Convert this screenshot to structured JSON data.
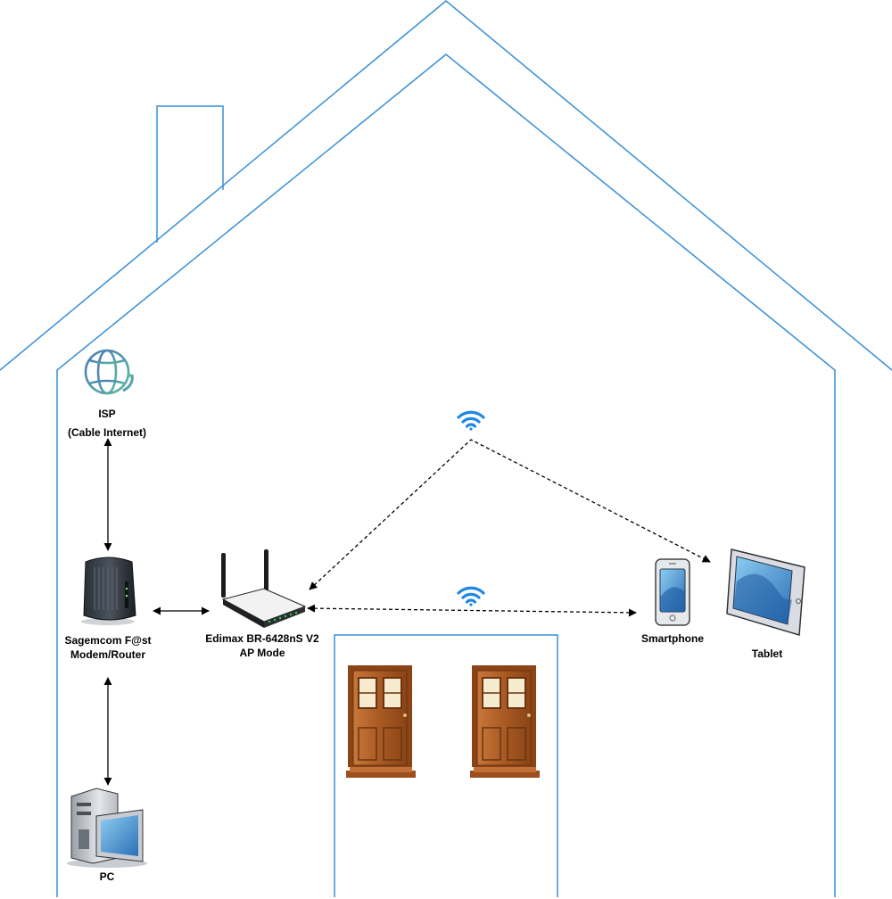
{
  "nodes": {
    "isp": {
      "label": "ISP",
      "sublabel": "(Cable Internet)",
      "icon": "globe-icon"
    },
    "modem": {
      "label_line1": "Sagemcom F@st",
      "label_line2": "Modem/Router",
      "icon": "modem-icon"
    },
    "router": {
      "label_line1": "Edimax BR-6428nS V2",
      "label_line2": "AP Mode",
      "icon": "wireless-router-icon"
    },
    "smartphone": {
      "label": "Smartphone",
      "icon": "smartphone-icon"
    },
    "tablet": {
      "label": "Tablet",
      "icon": "tablet-icon"
    },
    "pc": {
      "label": "PC",
      "icon": "desktop-pc-icon"
    }
  },
  "decor": {
    "wifi_icons": [
      "wifi-icon",
      "wifi-icon"
    ],
    "doors": [
      "door-icon",
      "door-icon"
    ]
  },
  "colors": {
    "house_outline": "#3a8fd6",
    "wifi": "#1e88e5",
    "link": "#000000",
    "door_wood": "#b8662a"
  }
}
